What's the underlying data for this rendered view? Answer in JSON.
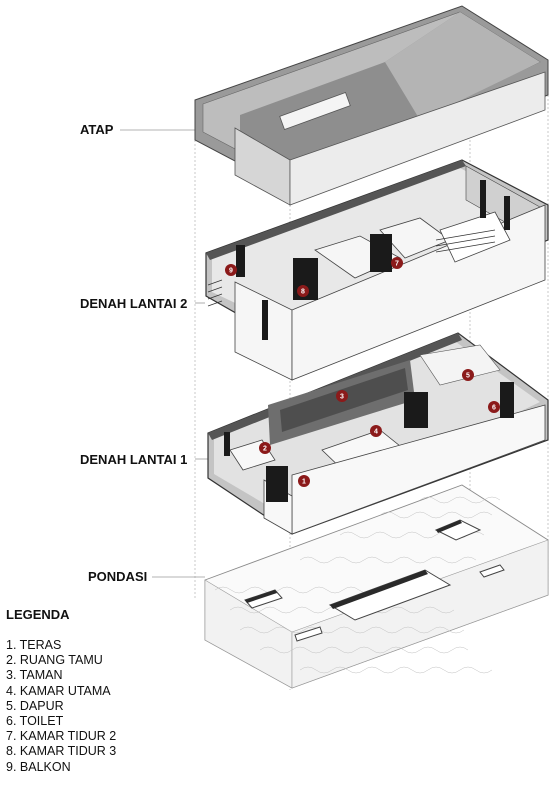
{
  "levels": {
    "roof": "ATAP",
    "floor2": "DENAH LANTAI 2",
    "floor1": "DENAH LANTAI 1",
    "foundation": "PONDASI"
  },
  "legend": {
    "title": "LEGENDA",
    "items": [
      "1. TERAS",
      "2. RUANG TAMU",
      "3. TAMAN",
      "4. KAMAR UTAMA",
      "5. DAPUR",
      "6. TOILET",
      "7. KAMAR TIDUR 2",
      "8. KAMAR TIDUR 3",
      "9. BALKON"
    ]
  },
  "markers": {
    "floor1": [
      "1",
      "2",
      "3",
      "4",
      "5",
      "6"
    ],
    "floor2": [
      "7",
      "8",
      "9"
    ]
  },
  "colors": {
    "marker": "#8b1a1a",
    "wall": "#9a9a9a",
    "wall_dark": "#5a5a5a",
    "slab": "#b8b8b8"
  }
}
